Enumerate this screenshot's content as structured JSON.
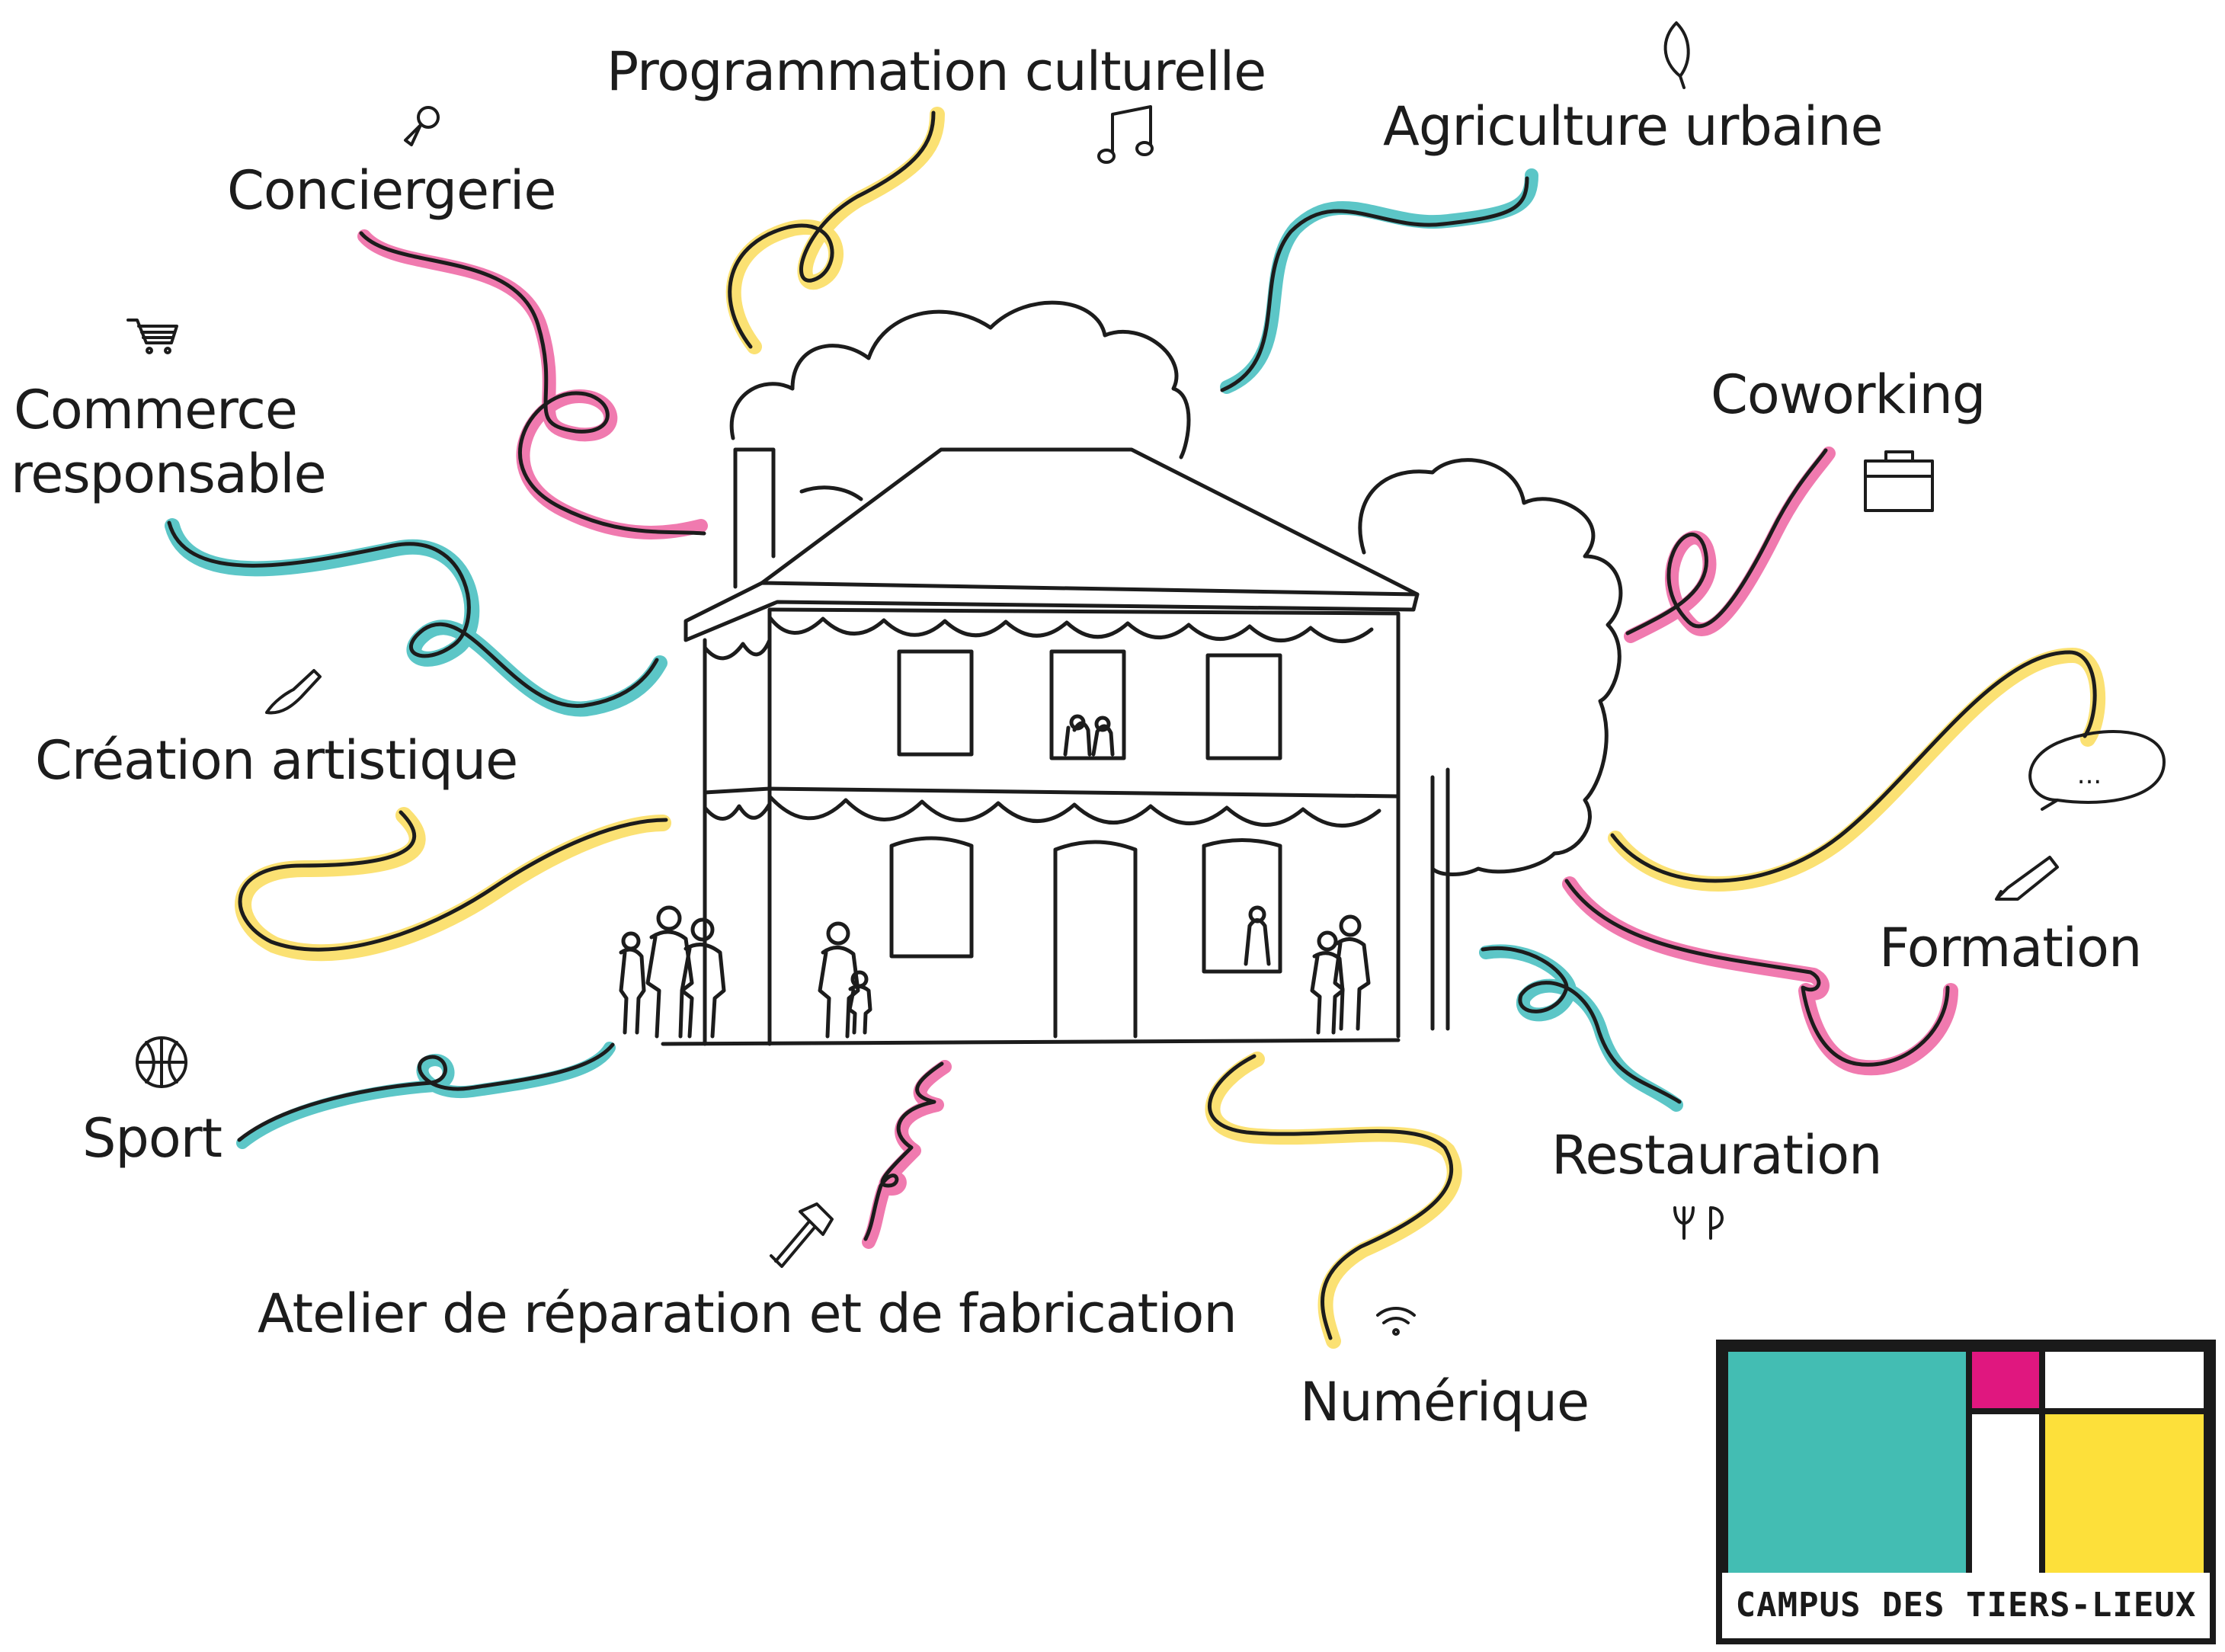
{
  "labels": {
    "programmation": "Programmation culturelle",
    "agriculture": "Agriculture urbaine",
    "conciergerie": "Conciergerie",
    "commerce_l1": "Commerce",
    "commerce_l2": "responsable",
    "coworking": "Coworking",
    "creation": "Création artistique",
    "formation": "Formation",
    "sport": "Sport",
    "restauration": "Restauration",
    "atelier": "Atelier de réparation et de fabrication",
    "numerique": "Numérique",
    "bubble": "..."
  },
  "logo": {
    "text": "CAMPUS DES TIERS-LIEUX",
    "colors": {
      "teal": "#43BDB3",
      "magenta": "#E0177F",
      "yellow": "#FDE03A",
      "frame": "#1A1A1A"
    }
  },
  "ribbon_colors": {
    "pink": "#F07AAF",
    "teal": "#5CC6C7",
    "yellow": "#FBE173",
    "ink": "#1C1C1C"
  },
  "icons": [
    "magnifier-icon",
    "music-note-icon",
    "sprout-icon",
    "cart-icon",
    "briefcase-icon",
    "brush-icon",
    "pencil-icon",
    "basketball-icon",
    "fork-knife-icon",
    "hammer-icon",
    "wifi-icon"
  ]
}
